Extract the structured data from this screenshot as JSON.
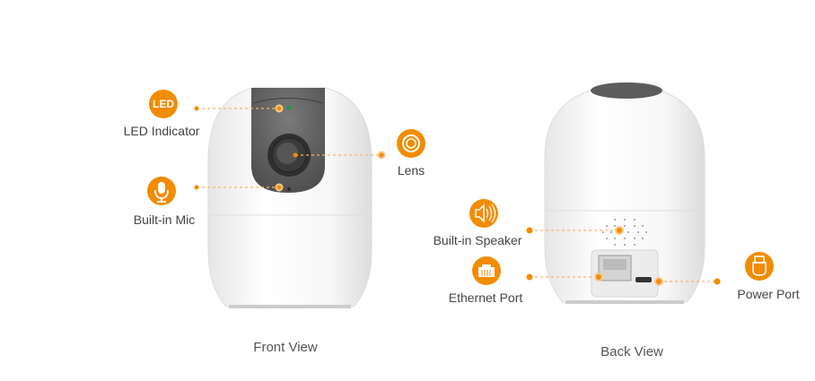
{
  "front": {
    "view_label": "Front View",
    "callouts": {
      "led": {
        "icon_text": "LED",
        "label": "LED Indicator",
        "icon": "led-icon"
      },
      "mic": {
        "label": "Built-in Mic",
        "icon": "microphone-icon"
      },
      "lens": {
        "label": "Lens",
        "icon": "lens-icon"
      }
    }
  },
  "back": {
    "view_label": "Back View",
    "callouts": {
      "speaker": {
        "label": "Built-in Speaker",
        "icon": "speaker-icon"
      },
      "ethernet": {
        "label": "Ethernet Port",
        "icon": "ethernet-icon"
      },
      "power": {
        "label": "Power Port",
        "icon": "usb-plug-icon"
      }
    }
  },
  "colors": {
    "accent": "#f28c00",
    "face": "#5a5a5a",
    "led_green": "#1a9b3a"
  }
}
